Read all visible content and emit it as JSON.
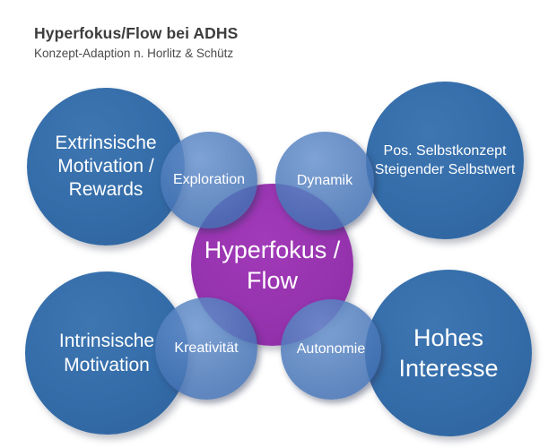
{
  "header": {
    "title": "Hyperfokus/Flow bei ADHS",
    "subtitle": "Konzept-Adaption n. Horlitz & Schütz"
  },
  "diagram": {
    "center_node": {
      "id": "hyperfokus-flow",
      "lines": [
        "Hyperfokus /",
        "Flow"
      ]
    },
    "outer_nodes": [
      {
        "id": "extrinsische-motivation",
        "lines": [
          "Extrinsische",
          "Motivation /",
          "Rewards"
        ]
      },
      {
        "id": "pos-selbstkonzept",
        "lines": [
          "Pos. Selbstkonzept",
          "Steigender Selbstwert"
        ]
      },
      {
        "id": "intrinsische-motivation",
        "lines": [
          "Intrinsische",
          "Motivation"
        ]
      },
      {
        "id": "hohes-interesse",
        "lines": [
          "Hohes",
          "Interesse"
        ]
      }
    ],
    "inner_nodes": [
      {
        "id": "exploration",
        "label": "Exploration"
      },
      {
        "id": "dynamik",
        "label": "Dynamik"
      },
      {
        "id": "kreativitaet",
        "label": "Kreativität"
      },
      {
        "id": "autonomie",
        "label": "Autonomie"
      }
    ],
    "colors": {
      "primary_blue": "#3a6fa9",
      "light_blue_overlay": "#5583bc",
      "accent_purple": "#9633ae",
      "label_text": "#ffffff"
    }
  }
}
